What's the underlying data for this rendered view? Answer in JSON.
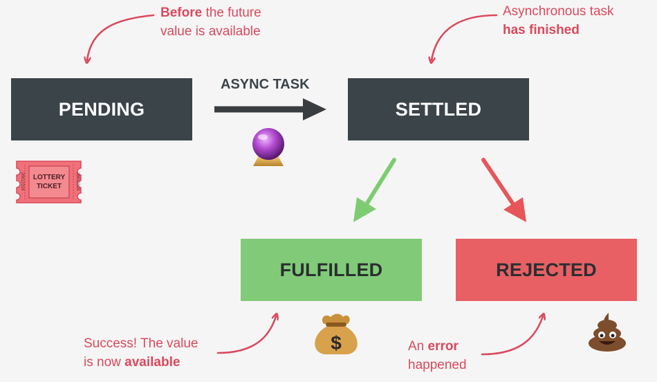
{
  "states": {
    "pending": "PENDING",
    "settled": "SETTLED",
    "fulfilled": "FULFILLED",
    "rejected": "REJECTED"
  },
  "async_task_label": "ASYNC TASK",
  "notes": {
    "pending": {
      "strong": "Before",
      "rest1": " the future",
      "line2": "value is available"
    },
    "settled": {
      "line1": "Asynchronous task",
      "strong": "has finished"
    },
    "fulfilled": {
      "line1": "Success! The value",
      "line2_pre": "is now ",
      "strong": "available"
    },
    "rejected": {
      "pre": "An ",
      "strong": "error",
      "line2": "happened"
    }
  },
  "ticket": {
    "line1": "LOTTERY",
    "line2": "TICKET",
    "serial": "28612318"
  },
  "icons": [
    "lottery-ticket-icon",
    "crystal-ball-icon",
    "money-bag-icon",
    "poop-icon"
  ],
  "colors": {
    "dark_box": "#3a4449",
    "fulfilled": "#81cb78",
    "rejected": "#e86064",
    "annotation": "#d9495d",
    "arrow_green": "#7dcc72",
    "arrow_red": "#e65558"
  }
}
